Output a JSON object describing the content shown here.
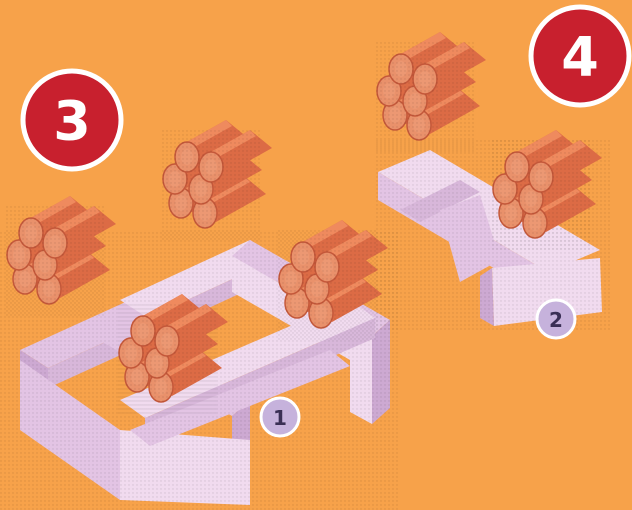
{
  "background_color": "#f7a24a",
  "step_badges": [
    {
      "label": "3",
      "fill": "#c8202e",
      "text_color": "#ffffff"
    },
    {
      "label": "4",
      "fill": "#c8202e",
      "text_color": "#ffffff"
    }
  ],
  "part_markers": [
    {
      "label": "1",
      "fill": "#c6b2dc",
      "text_color": "#3a2f55"
    },
    {
      "label": "2",
      "fill": "#c6b2dc",
      "text_color": "#3a2f55"
    }
  ],
  "colors": {
    "brick_light": "#ef8a5e",
    "brick_mid": "#dc6b45",
    "brick_dark": "#c4583a",
    "brick_end": "#e9916b",
    "support_light": "#f1dbef",
    "support_mid": "#e3c4e4",
    "support_dark": "#cda9d2"
  }
}
